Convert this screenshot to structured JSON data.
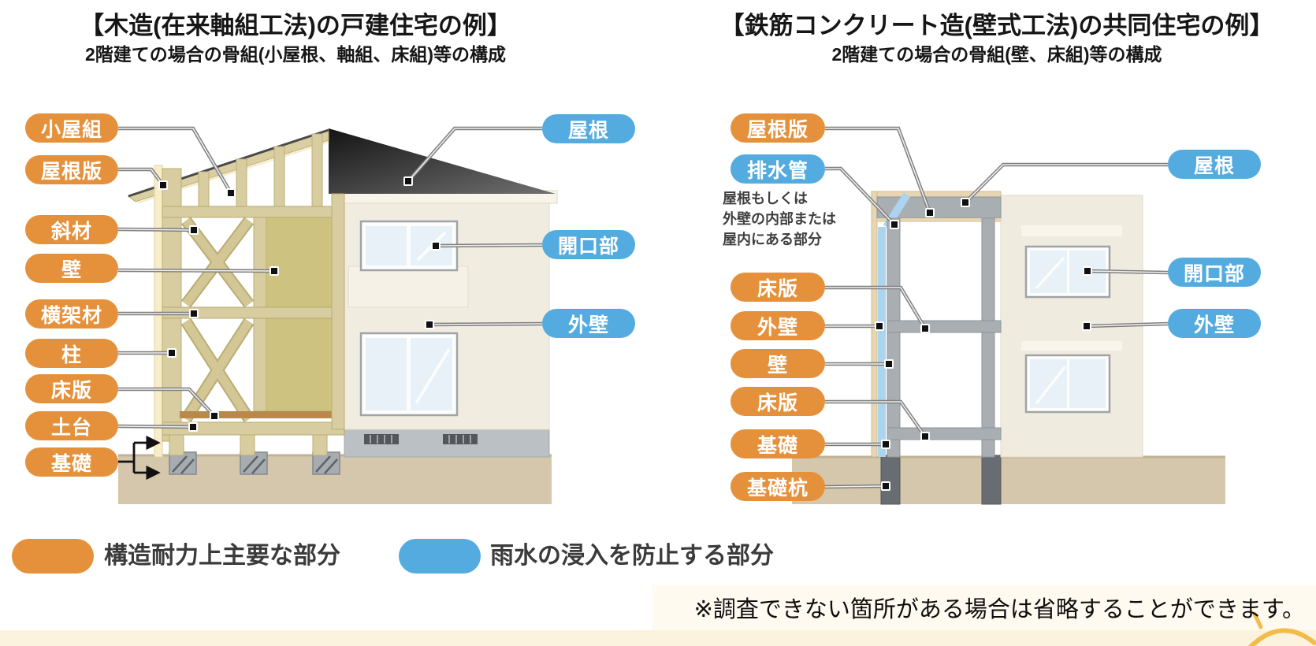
{
  "left_diagram": {
    "title": "【木造(在来軸組工法)の戸建住宅の例】",
    "subtitle": "2階建ての場合の骨組(小屋根、軸組、床組)等の構成",
    "labels_left": [
      "小屋組",
      "屋根版",
      "斜材",
      "壁",
      "横架材",
      "柱",
      "床版",
      "土台",
      "基礎"
    ],
    "labels_right": [
      "屋根",
      "開口部",
      "外壁"
    ]
  },
  "right_diagram": {
    "title": "【鉄筋コンクリート造(壁式工法)の共同住宅の例】",
    "subtitle": "2階建ての場合の骨組(壁、床組)等の構成",
    "labels_left": [
      "屋根版",
      "排水管",
      "床版",
      "外壁",
      "壁",
      "床版",
      "基礎",
      "基礎杭"
    ],
    "note_lines": [
      "屋根もしくは",
      "外壁の内部または",
      "屋内にある部分"
    ],
    "labels_right": [
      "屋根",
      "開口部",
      "外壁"
    ]
  },
  "legend": {
    "structural_label": "構造耐力上主要な部分",
    "rainwater_label": "雨水の浸入を防止する部分"
  },
  "footnote": "※調査できない箇所がある場合は省略することができます。",
  "colors": {
    "structural_orange": "#E5913C",
    "rainwater_blue": "#54ABDF",
    "leader_gray": "#8A8A8A",
    "ground_tan": "#D5C7AB",
    "wood_tan": "#D8CDA0",
    "wall_khaki": "#CDC27F",
    "concrete_gray": "#A9AEB2",
    "pipe_blue": "#ABD5EF",
    "roof_dark": "#2B2B2B",
    "cream_strip": "#FBF3DE",
    "decoration_yellow": "#F1BC49"
  }
}
